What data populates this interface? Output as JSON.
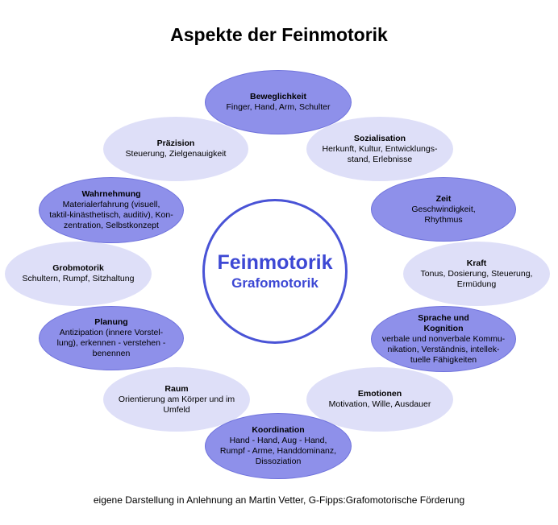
{
  "title": "Aspekte der Feinmotorik",
  "center": {
    "main": "Feinmotorik",
    "sub": "Grafomotorik"
  },
  "colors": {
    "accent": "#3d48d4",
    "dark_fill": "#8e90ea",
    "light_fill": "#dedff8"
  },
  "aspects": {
    "beweglichkeit": {
      "title": "Beweglichkeit",
      "text": "Finger, Hand, Arm, Schulter"
    },
    "praezision": {
      "title": "Präzision",
      "text": "Steuerung, Zielgenauigkeit"
    },
    "sozialisation": {
      "title": "Sozialisation",
      "text": "Herkunft, Kultur, Entwicklungs-\nstand, Erlebnisse"
    },
    "wahrnehmung": {
      "title": "Wahrnehmung",
      "text": "Materialerfahrung (visuell,\ntaktil-kinästhetisch, auditiv), Kon-\nzentration, Selbstkonzept"
    },
    "zeit": {
      "title": "Zeit",
      "text": "Geschwindigkeit,\nRhythmus"
    },
    "grobmotorik": {
      "title": "Grobmotorik",
      "text": "Schultern, Rumpf, Sitzhaltung"
    },
    "kraft": {
      "title": "Kraft",
      "text": "Tonus, Dosierung, Steuerung,\nErmüdung"
    },
    "planung": {
      "title": "Planung",
      "text": "Antizipation (innere Vorstel-\nlung), erkennen - verstehen -\nbenennen"
    },
    "sprache": {
      "title": "Sprache und\nKognition",
      "text": "verbale und nonverbale Kommu-\nnikation, Verständnis, intellek-\ntuelle Fähigkeiten"
    },
    "raum": {
      "title": "Raum",
      "text": "Orientierung am Körper und im\nUmfeld"
    },
    "emotionen": {
      "title": "Emotionen",
      "text": "Motivation, Wille, Ausdauer"
    },
    "koordination": {
      "title": "Koordination",
      "text": "Hand - Hand, Aug - Hand,\nRumpf - Arme, Handdominanz,\nDissoziation"
    }
  },
  "footer": "eigene Darstellung in Anlehnung an Martin Vetter, G-Fipps:Grafomotorische Förderung"
}
